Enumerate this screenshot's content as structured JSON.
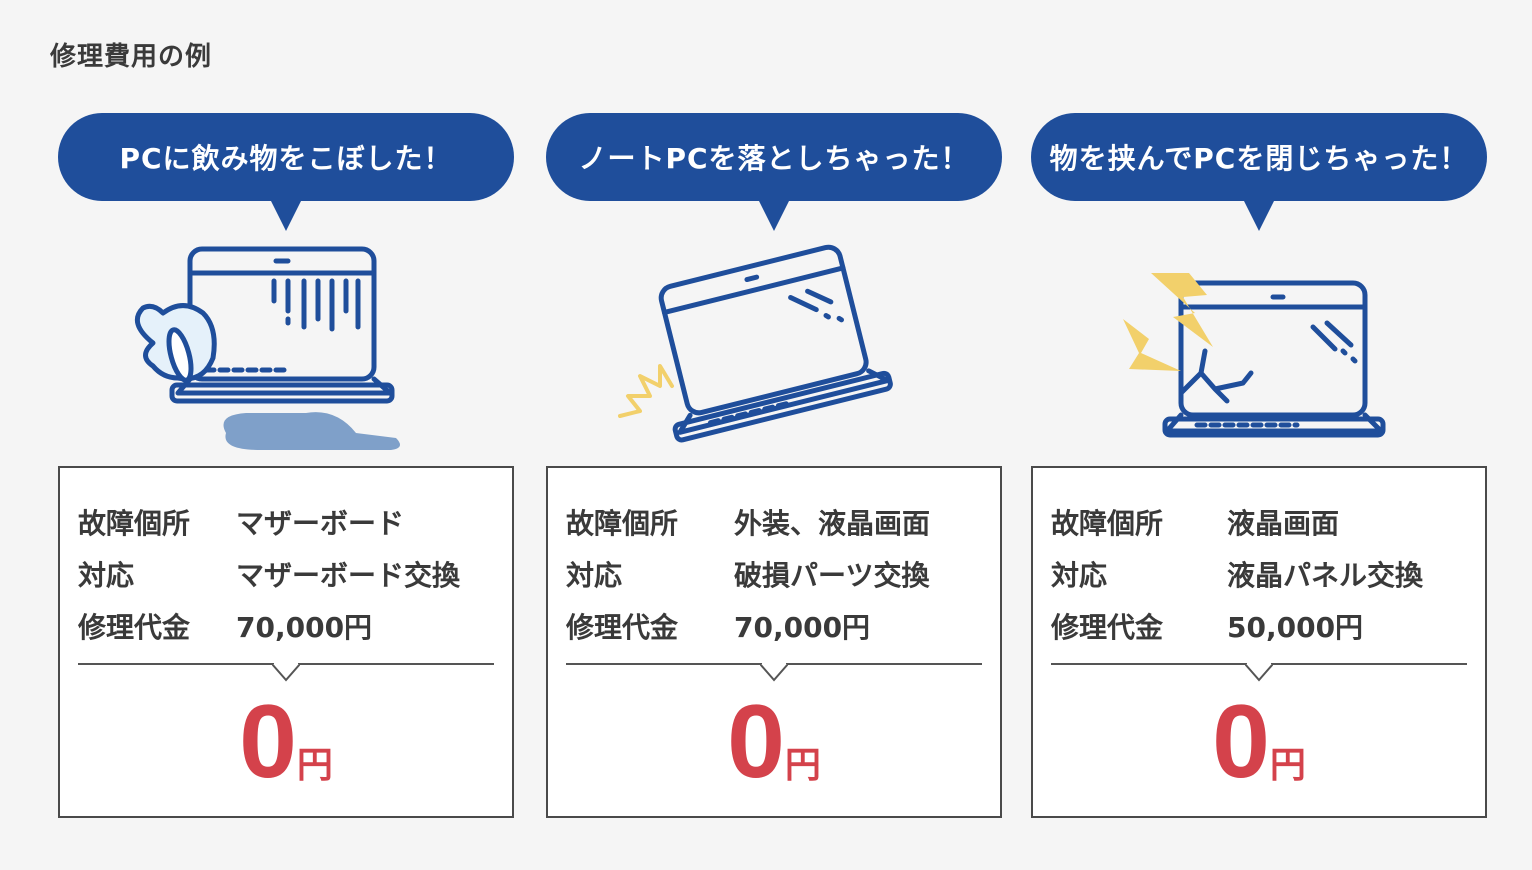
{
  "page": {
    "title": "修理費用の例"
  },
  "colors": {
    "brand_blue": "#1f4e9b",
    "accent_red": "#d4424b",
    "warning_yellow": "#f2d06b",
    "background": "#f5f5f5"
  },
  "cases": [
    {
      "bubble": "PCに飲み物をこぼした！",
      "icon": "laptop-spill-icon",
      "rows": [
        {
          "label": "故障個所",
          "value": "マザーボード"
        },
        {
          "label": "対応",
          "value": "マザーボード交換"
        },
        {
          "label": "修理代金",
          "value": "70,000円"
        }
      ],
      "price_num": "0",
      "price_unit": "円"
    },
    {
      "bubble": "ノートPCを落としちゃった！",
      "icon": "laptop-dropped-icon",
      "rows": [
        {
          "label": "故障個所",
          "value": "外装、液晶画面"
        },
        {
          "label": "対応",
          "value": "破損パーツ交換"
        },
        {
          "label": "修理代金",
          "value": "70,000円"
        }
      ],
      "price_num": "0",
      "price_unit": "円"
    },
    {
      "bubble": "物を挟んでPCを閉じちゃった！",
      "icon": "laptop-cracked-screen-icon",
      "rows": [
        {
          "label": "故障個所",
          "value": "液晶画面"
        },
        {
          "label": "対応",
          "value": "液晶パネル交換"
        },
        {
          "label": "修理代金",
          "value": "50,000円"
        }
      ],
      "price_num": "0",
      "price_unit": "円"
    }
  ]
}
